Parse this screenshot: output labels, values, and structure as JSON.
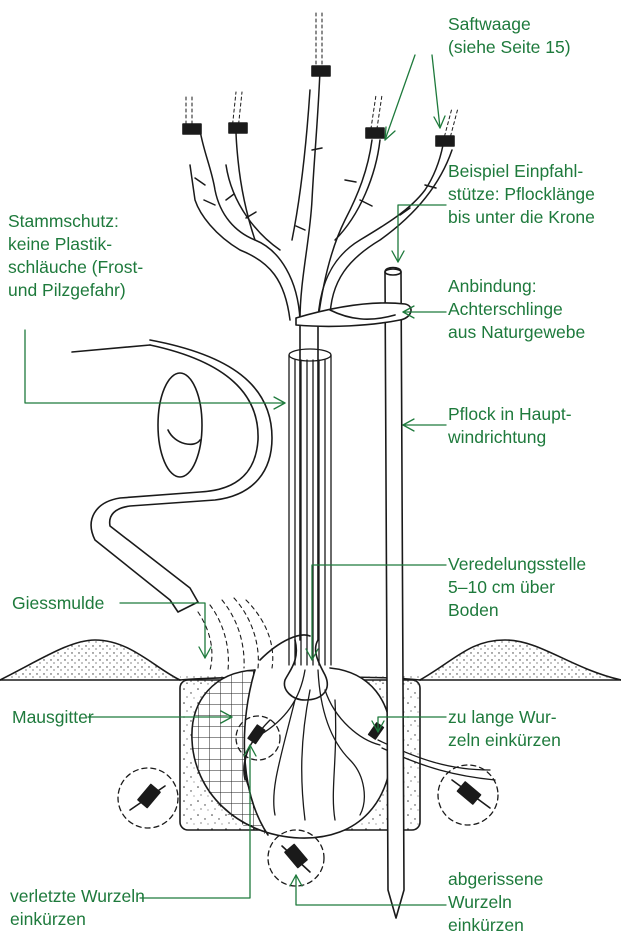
{
  "labels": {
    "saftwaage": [
      "Saftwaage",
      "(siehe Seite 15)"
    ],
    "einpfahl": [
      "Beispiel Einpfahl-",
      "stütze: Pflocklänge",
      "bis unter die Krone"
    ],
    "stammschutz": [
      "Stammschutz:",
      "keine Plastik-",
      "schläuche (Frost-",
      "und Pilzgefahr)"
    ],
    "anbindung": [
      "Anbindung:",
      "Achterschlinge",
      "aus Naturgewebe"
    ],
    "pflock": [
      "Pflock in Haupt-",
      "windrichtung"
    ],
    "veredelung": [
      "Veredelungsstelle",
      "5–10 cm über",
      "Boden"
    ],
    "giessmulde": [
      "Giessmulde"
    ],
    "mausgitter": [
      "Mausgitter"
    ],
    "zu_lange": [
      "zu lange Wur-",
      "zeln einkürzen"
    ],
    "verletzte": [
      "verletzte Wurzeln",
      "einkürzen"
    ],
    "abgerissene": [
      "abgerissene",
      "Wurzeln",
      "einkürzen"
    ]
  },
  "colors": {
    "accent": "#1e7a3c",
    "ink": "#1a1a1a"
  }
}
